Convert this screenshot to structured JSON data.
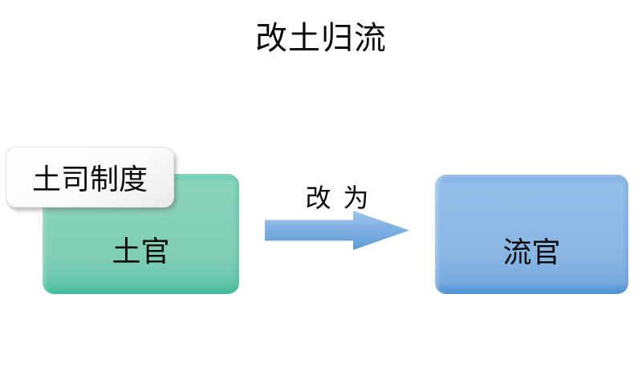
{
  "page": {
    "background_color": "#ffffff"
  },
  "title": {
    "text": "改土归流"
  },
  "diagram": {
    "tusi_label": {
      "text": "土司制度",
      "fill": "#ffffff",
      "shadow": "#6e6e6e"
    },
    "tuguan_box": {
      "text": "土官",
      "fill": "#7fcdb5",
      "edge_fill": "#3fbb9d"
    },
    "liuguan_box": {
      "text": "流官",
      "fill": "#8ab6e3",
      "edge_fill": "#4a90d4"
    },
    "arrow": {
      "label": "改 为",
      "fill_top": "#9fc4ec",
      "fill_bottom": "#5b9bd5"
    }
  }
}
